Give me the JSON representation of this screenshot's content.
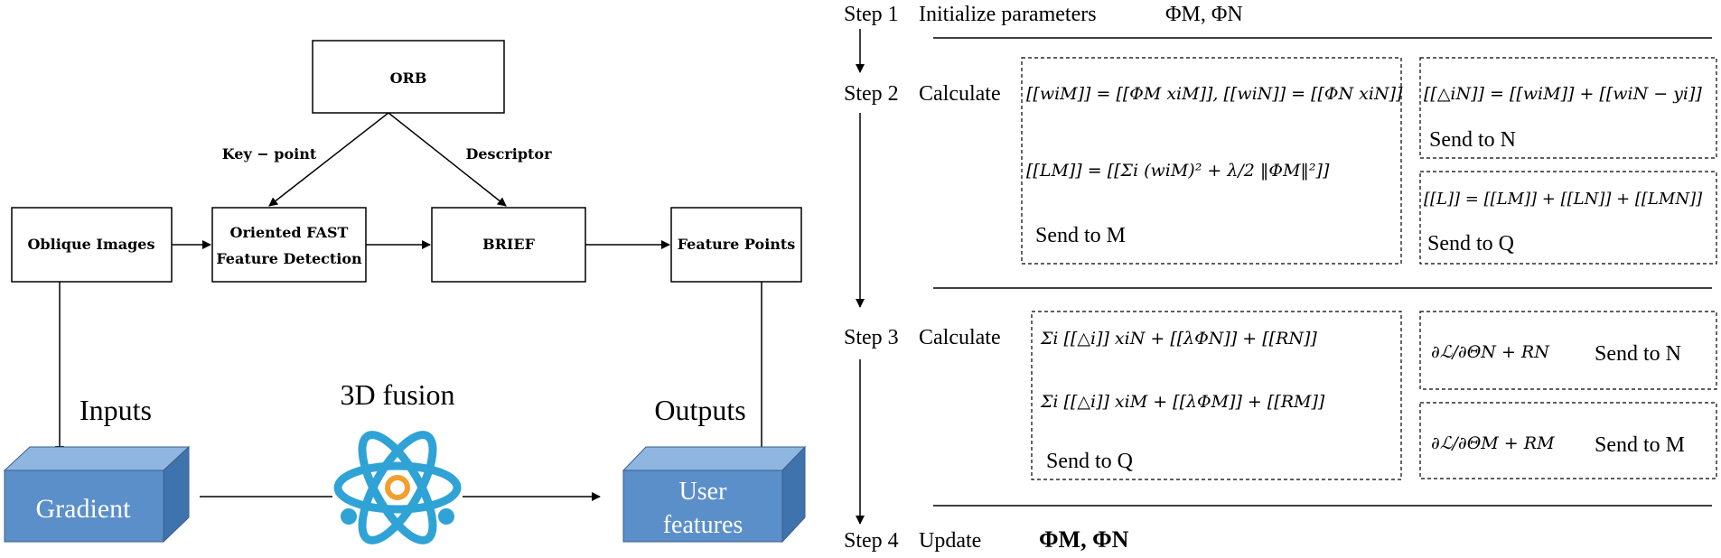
{
  "flow": {
    "orb": "ORB",
    "keypoint": "Key − point",
    "descriptor": "Descriptor",
    "oblique": "Oblique Images",
    "fast_line1": "Oriented FAST",
    "fast_line2": "Feature Detection",
    "brief": "BRIEF",
    "feature_points": "Feature Points",
    "inputs": "Inputs",
    "fusion": "3D fusion",
    "outputs": "Outputs",
    "gradient": "Gradient",
    "user_line1": "User",
    "user_line2": "features",
    "colors": {
      "cube_front": "#5b8fc9",
      "cube_top": "#8fb6e0",
      "cube_side": "#3f73ad",
      "atom": "#2fa3d6",
      "atom_core": "#f0a030"
    }
  },
  "steps": {
    "step1": {
      "label": "Step 1",
      "text": "Initialize parameters",
      "math": "ΦM, ΦN"
    },
    "step2": {
      "label": "Step 2",
      "text": "Calculate",
      "box_m": {
        "eq1": "[[wiM]] = [[ΦM xiM]], [[wiN]] = [[ΦN xiN]]",
        "eq2": "[[LM]] = [[Σi (wiM)² + λ/2 ‖ΦM‖²]]",
        "send": "Send to M"
      },
      "box_n": {
        "eq": "[[△iN]] = [[wiM]] + [[wiN − yi]]",
        "send": "Send to N"
      },
      "box_q": {
        "eq": "[[L]] = [[LM]] + [[LN]] + [[LMN]]",
        "send": "Send to Q"
      }
    },
    "step3": {
      "label": "Step 3",
      "text": "Calculate",
      "box_q": {
        "eq1": "Σi [[△i]] xiN + [[λΦN]] + [[RN]]",
        "eq2": "Σi [[△i]] xiM + [[λΦM]] + [[RM]]",
        "send": "Send to Q"
      },
      "box_n": {
        "eq": "∂ℒ/∂ΘN + RN",
        "send": "Send to N"
      },
      "box_m": {
        "eq": "∂ℒ/∂ΘM + RM",
        "send": "Send to M"
      }
    },
    "step4": {
      "label": "Step 4",
      "text": "Update",
      "math": "ΦM, ΦN"
    }
  }
}
